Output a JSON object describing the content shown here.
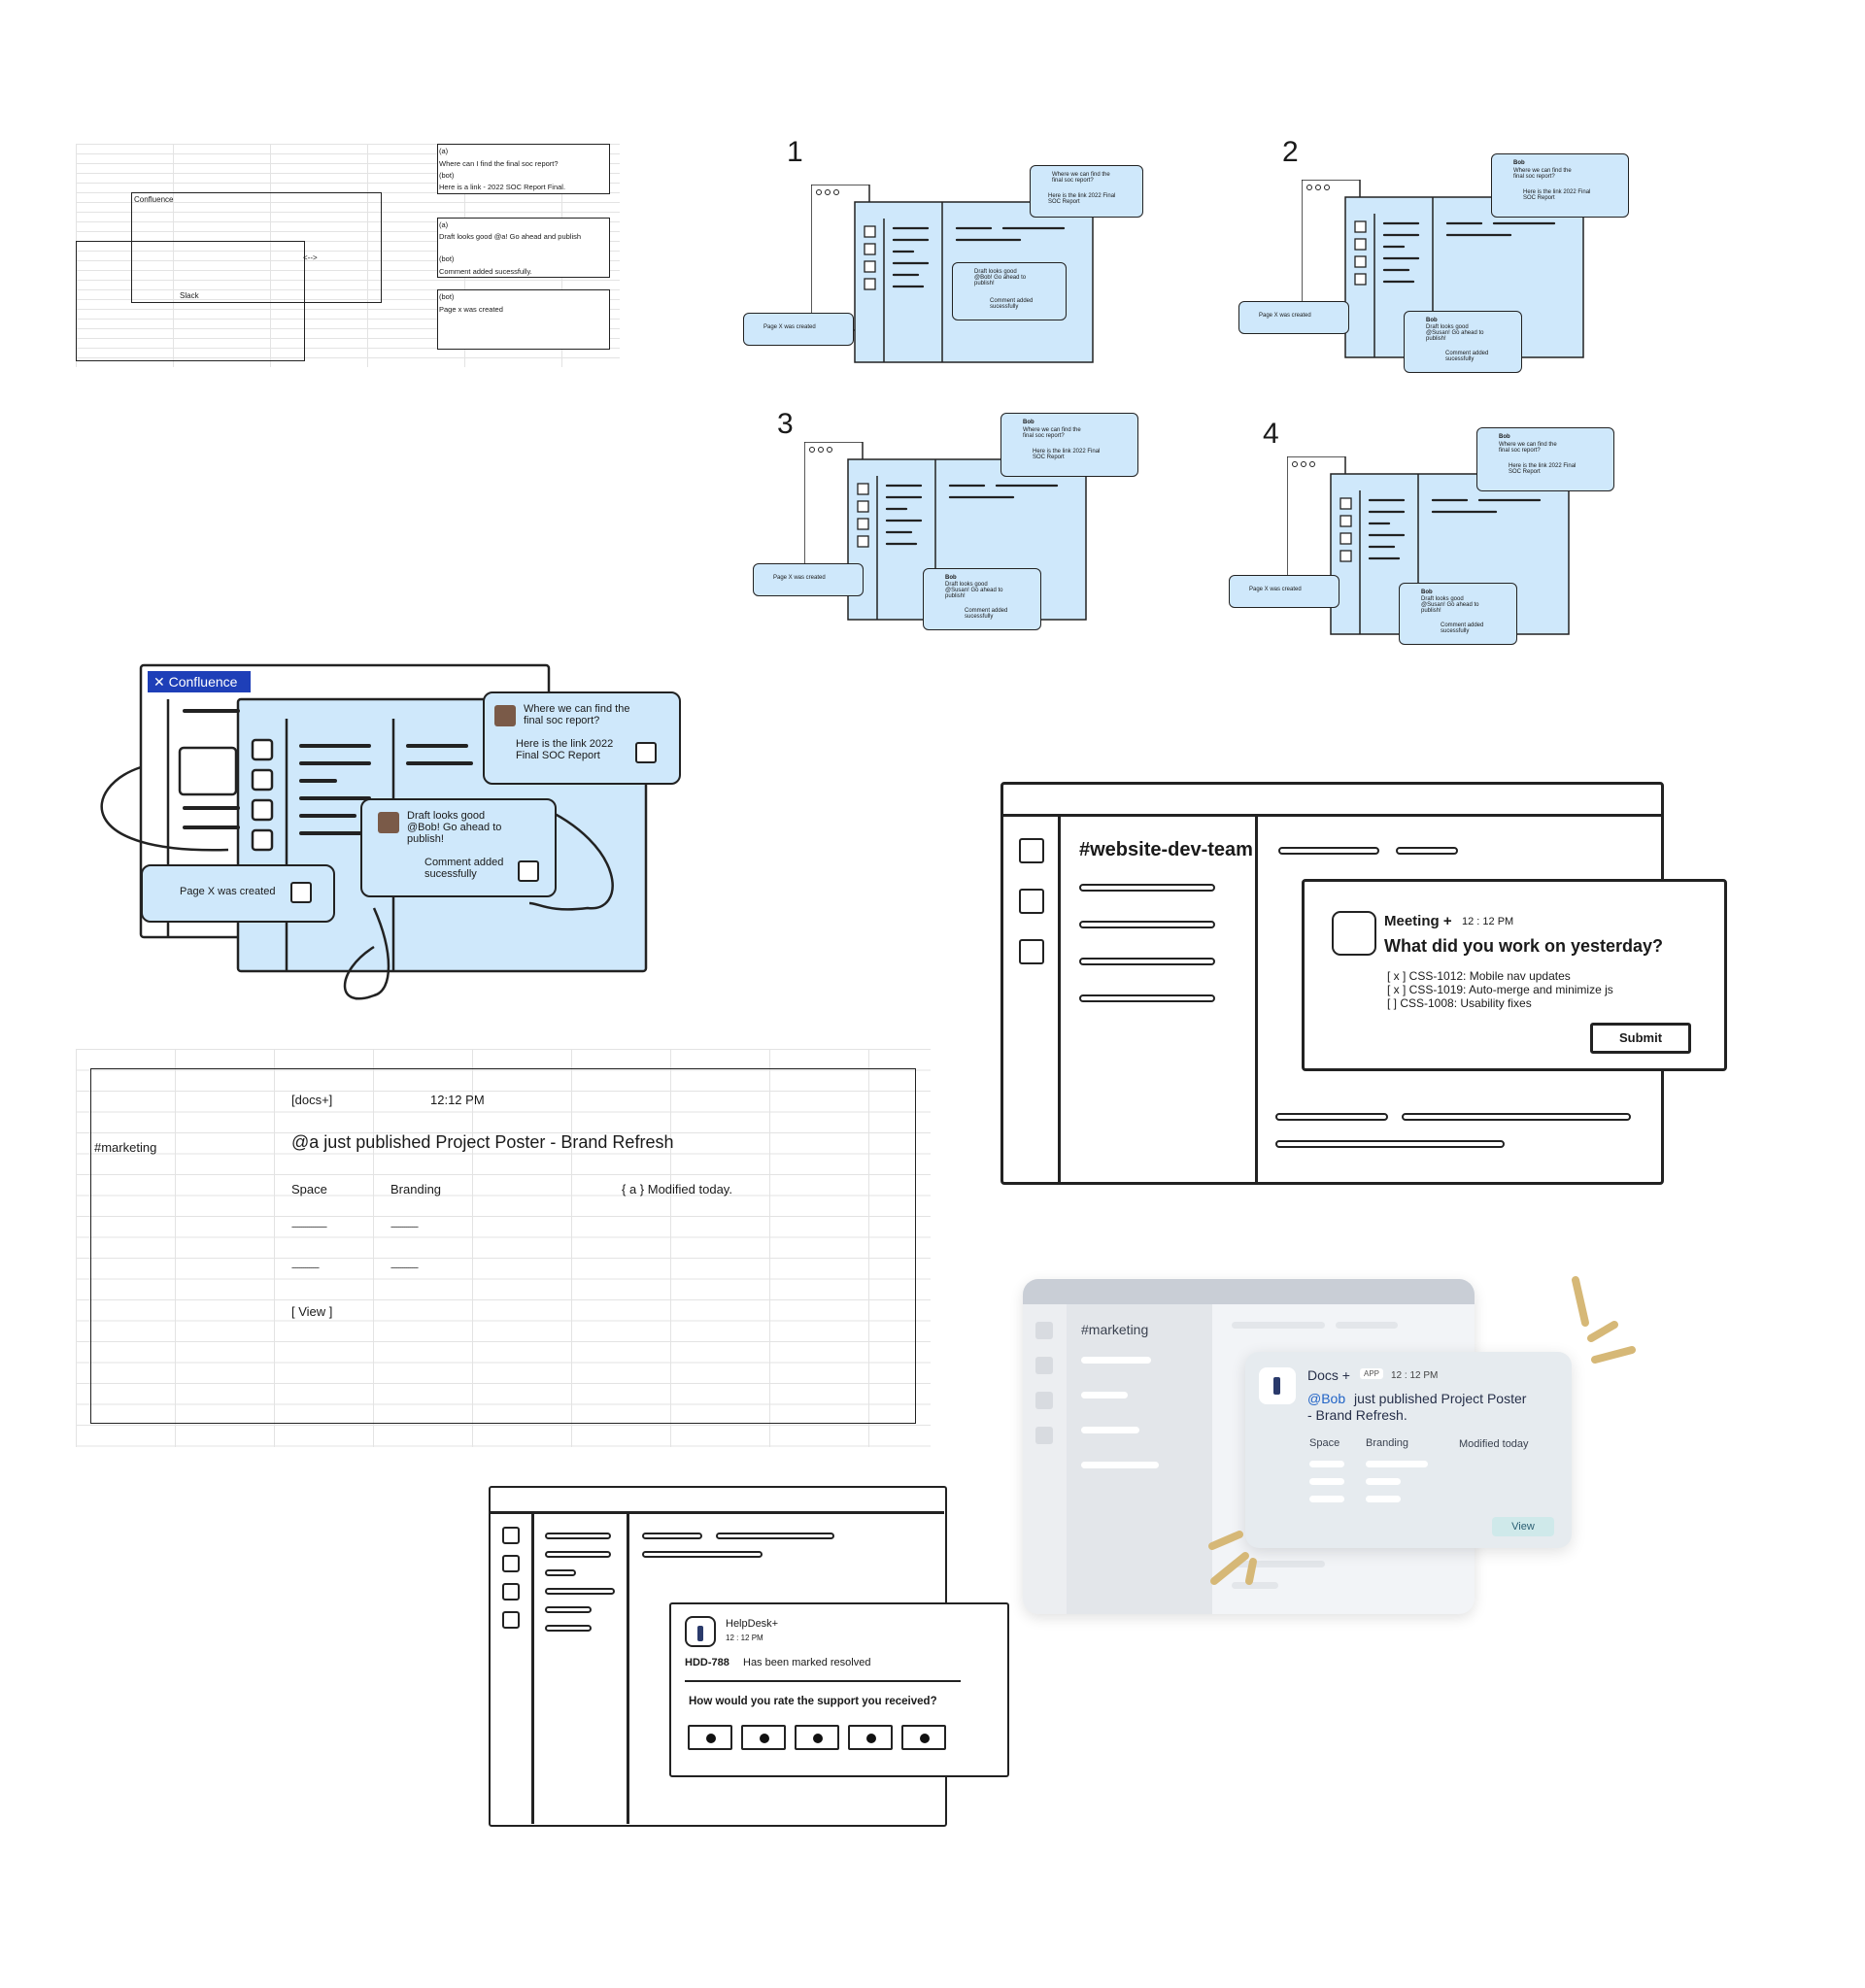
{
  "sketch1": {
    "lines": [
      "(a)",
      "Where can I find the final soc report?",
      "(bot)",
      "Here is a link - 2022 SOC Report Final.",
      "(a)",
      "Draft looks good @a! Go ahead and publish",
      "(bot)",
      "Comment added sucessfully.",
      "(bot)",
      "Page x was created"
    ],
    "confluence_label": "Confluence",
    "slack_label": "Slack",
    "arrow": "<-->"
  },
  "variants": [
    {
      "number": "1",
      "msg1_q": "Where we can find the final soc report?",
      "msg1_a": "Here is the link 2022 Final SOC Report",
      "msg2": "Draft looks good @Bob! Go ahead to publish!",
      "msg2_sub": "Comment added sucessfully",
      "page_note": "Page X was created"
    },
    {
      "number": "2",
      "msg1_name": "Bob",
      "msg1_q": "Where we can find the final soc report?",
      "msg1_a": "Here is the link 2022 Final SOC Report",
      "msg2_name": "Bob",
      "msg2": "Draft looks good @Susan! Go ahead to publish!",
      "msg2_sub": "Comment added sucessfully",
      "page_note": "Page X was created"
    },
    {
      "number": "3",
      "msg1_name": "Bob",
      "msg1_q": "Where we can find the final soc report?",
      "msg1_a": "Here is the link 2022 Final SOC Report",
      "msg2_name": "Bob",
      "msg2": "Draft looks good @Susan! Go ahead to publish!",
      "msg2_sub": "Comment added sucessfully",
      "page_note": "Page X was created"
    },
    {
      "number": "4",
      "msg1_name": "Bob",
      "msg1_q": "Where we can find the final soc report?",
      "msg1_a": "Here is the link 2022 Final SOC Report",
      "msg2_name": "Bob",
      "msg2": "Draft looks good @Susan! Go ahead to publish!",
      "msg2_sub": "Comment added sucessfully",
      "page_note": "Page X was created"
    }
  ],
  "large": {
    "brand": "Confluence",
    "msg1_q": "Where we can find the final soc report?",
    "msg1_a": "Here is the link 2022 Final SOC Report",
    "msg2": "Draft looks good @Bob! Go ahead to publish!",
    "msg2_sub": "Comment added sucessfully",
    "page_note": "Page X was created"
  },
  "standup": {
    "channel": "#website-dev-team",
    "app": "Meeting +",
    "time": "12 : 12 PM",
    "question": "What did you work on yesterday?",
    "tasks": [
      "[ x ] CSS-1012: Mobile nav updates",
      "[ x ] CSS-1019: Auto-merge and minimize js",
      "[   ] CSS-1008: Usability fixes"
    ],
    "submit": "Submit"
  },
  "docs_sheet": {
    "app": "[docs+]",
    "time": "12:12 PM",
    "channel": "#marketing",
    "headline": "@a just published Project Poster - Brand Refresh",
    "space_label": "Space",
    "space_value": "Branding",
    "modified": "{ a } Modified today.",
    "dash1": "------------------",
    "dash2": "--------------",
    "dash3": "--------------",
    "dash4": "--------------",
    "view": "[ View ]"
  },
  "docs_card": {
    "channel": "#marketing",
    "app": "Docs +",
    "badge": "APP",
    "time": "12 : 12 PM",
    "mention": "@Bob",
    "text1": "just published Project Poster",
    "text2": "- Brand Refresh.",
    "space": "Space",
    "branding": "Branding",
    "modified": "Modified today",
    "view": "View",
    "accent": "#d6b877"
  },
  "helpdesk": {
    "app": "HelpDesk+",
    "time": "12 : 12 PM",
    "ticket": "HDD-788",
    "status": "Has been marked resolved",
    "question": "How would you rate the support you received?"
  }
}
